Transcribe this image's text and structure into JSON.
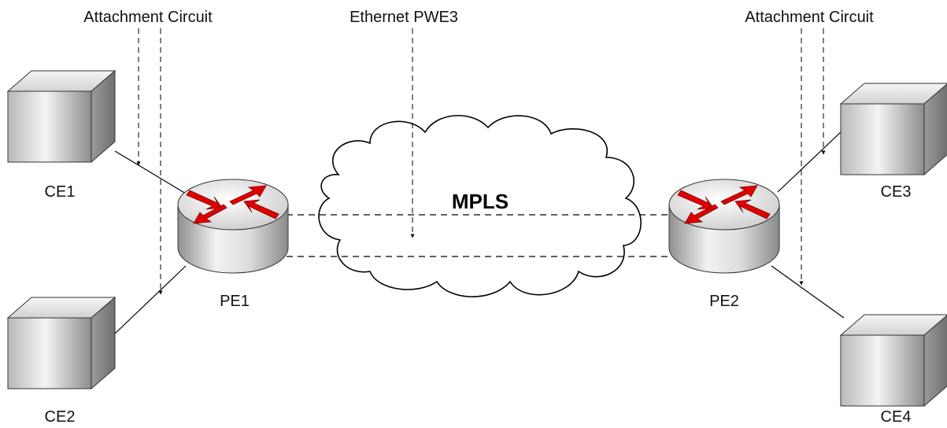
{
  "labels": {
    "ac_left": "Attachment Circuit",
    "ac_right": "Attachment Circuit",
    "pwe3": "Ethernet PWE3",
    "cloud": "MPLS"
  },
  "nodes": {
    "ce1": "CE1",
    "ce2": "CE2",
    "ce3": "CE3",
    "ce4": "CE4",
    "pe1": "PE1",
    "pe2": "PE2"
  },
  "colors": {
    "arrow_red": "#e00000",
    "router_grey": "#c8c8c8",
    "line": "#000000"
  },
  "icons": {
    "router": "router-icon",
    "customer_edge": "server-box-icon",
    "network": "cloud-icon"
  }
}
